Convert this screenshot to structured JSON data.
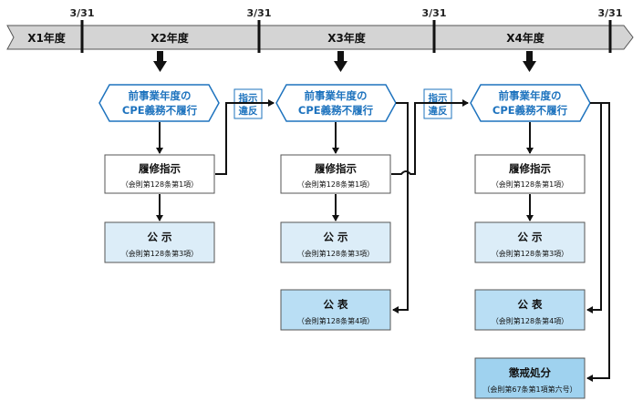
{
  "timeline": {
    "dates": [
      "3/31",
      "3/31",
      "3/31",
      "3/31"
    ],
    "years": [
      "X1年度",
      "X2年度",
      "X3年度",
      "X4年度"
    ]
  },
  "hexagons": [
    {
      "line1": "前事業年度の",
      "line2": "CPE義務不履行"
    },
    {
      "line1": "前事業年度の",
      "line2": "CPE義務不履行"
    },
    {
      "line1": "前事業年度の",
      "line2": "CPE義務不履行"
    }
  ],
  "violations": [
    {
      "line1": "指示",
      "line2": "違反"
    },
    {
      "line1": "指示",
      "line2": "違反"
    }
  ],
  "columns": [
    {
      "instruction": {
        "title": "履修指示",
        "sub": "（会則第128条第1項）"
      },
      "notice": {
        "title": "公 示",
        "sub": "（会則第128条第3項）"
      }
    },
    {
      "instruction": {
        "title": "履修指示",
        "sub": "（会則第128条第1項）"
      },
      "notice": {
        "title": "公 示",
        "sub": "（会則第128条第3項）"
      },
      "publication": {
        "title": "公 表",
        "sub": "（会則第128条第4項）"
      }
    },
    {
      "instruction": {
        "title": "履修指示",
        "sub": "（会則第128条第1項）"
      },
      "notice": {
        "title": "公 示",
        "sub": "（会則第128条第3項）"
      },
      "publication": {
        "title": "公 表",
        "sub": "（会則第128条第4項）"
      },
      "discipline": {
        "title": "懲戒処分",
        "sub": "（会則第67条第1項第六号）"
      }
    }
  ],
  "colors": {
    "timeline_fill": "#d4d4d4",
    "accent_blue": "#1e73be",
    "notice_fill": "#dcedf8",
    "publication_fill": "#b9def4",
    "discipline_fill": "#9fd2ef"
  }
}
